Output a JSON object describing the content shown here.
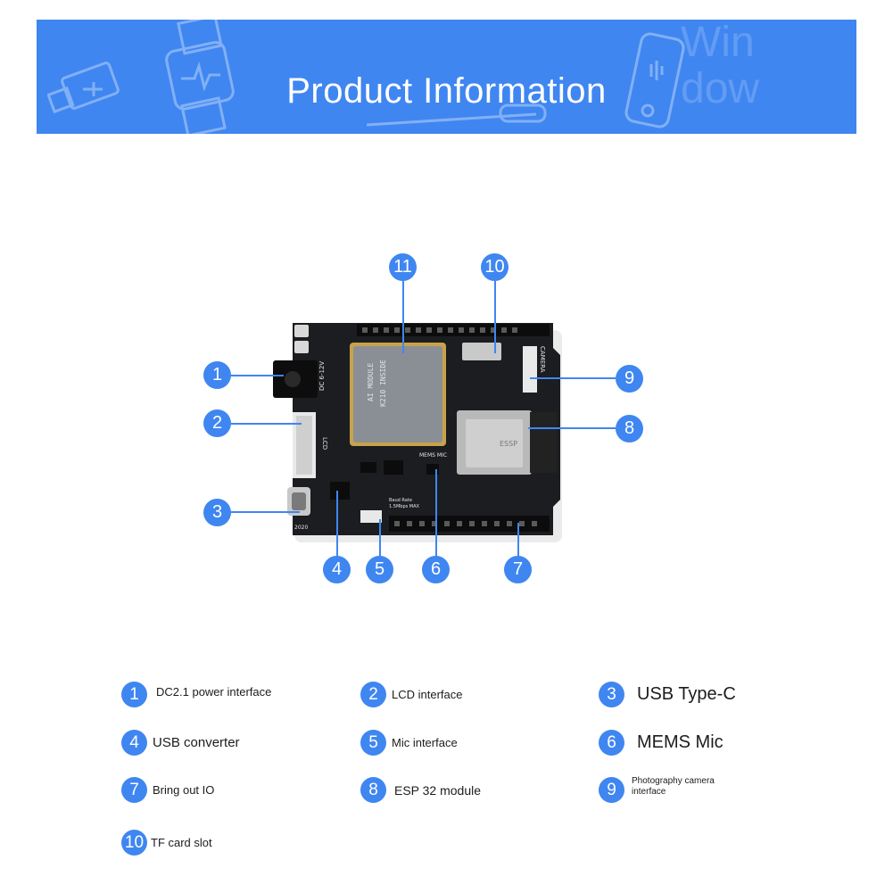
{
  "banner": {
    "title": "Product Information",
    "watermark_line1": "Win",
    "watermark_line2": "dow",
    "background_color": "#3f86f1",
    "decorative_icons": [
      "usb-stick-icon",
      "smartwatch-icon",
      "cable-icon",
      "phone-icon"
    ]
  },
  "board": {
    "silkscreen": {
      "module_line1": "AI MODULE",
      "module_line2": "K210 INSIDE",
      "dc_label": "DC 6-12V",
      "lcd_label": "LCD",
      "camera_label": "CAMERA",
      "mems_label": "MEMS MIC",
      "year_label": "2020",
      "esp_label": "ESSP",
      "baud_label": "Baud Rate",
      "baud_value": "1.5Mbps MAX"
    },
    "callouts": [
      {
        "n": "1"
      },
      {
        "n": "2"
      },
      {
        "n": "3"
      },
      {
        "n": "4"
      },
      {
        "n": "5"
      },
      {
        "n": "6"
      },
      {
        "n": "7"
      },
      {
        "n": "8"
      },
      {
        "n": "9"
      },
      {
        "n": "10"
      },
      {
        "n": "11"
      }
    ]
  },
  "legend": [
    {
      "n": "1",
      "label": "DC2.1 power interface"
    },
    {
      "n": "2",
      "label": "LCD interface"
    },
    {
      "n": "3",
      "label": "USB Type-C"
    },
    {
      "n": "4",
      "label": "USB converter"
    },
    {
      "n": "5",
      "label": "Mic interface"
    },
    {
      "n": "6",
      "label": "MEMS Mic"
    },
    {
      "n": "7",
      "label": "Bring out IO"
    },
    {
      "n": "8",
      "label": "ESP 32 module"
    },
    {
      "n": "9",
      "label": "Photography camera interface"
    },
    {
      "n": "10",
      "label": "TF card slot"
    }
  ],
  "colors": {
    "accent": "#3f86f1",
    "board": "#1b1d20"
  }
}
